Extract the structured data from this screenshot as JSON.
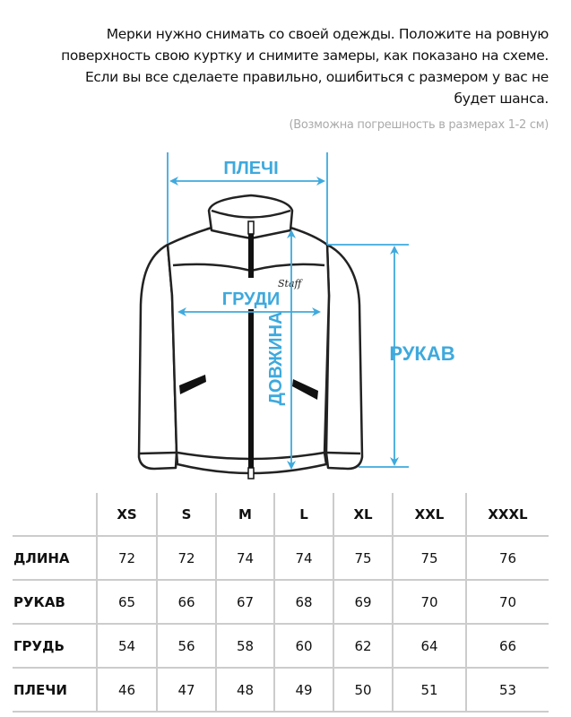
{
  "intro": {
    "lines": [
      "Мерки нужно снимать со своей одежды. Положите на ровную",
      "поверхность свою куртку и снимите замеры, как показано на схеме.",
      "Если вы все сделаете правильно, ошибиться с размером у вас не",
      "будет шанса."
    ],
    "note": "(Возможна погрешность в размерах 1-2 см)"
  },
  "diagram": {
    "labels": {
      "shoulders": "ПЛЕЧІ",
      "chest": "ГРУДИ",
      "length": "ДОВЖИНА",
      "sleeve": "РУКАВ"
    },
    "logo": "Staff",
    "accent": "#3ea9dd"
  },
  "table": {
    "sizes": [
      "XS",
      "S",
      "M",
      "L",
      "XL",
      "XXL",
      "XXXL"
    ],
    "rows": [
      {
        "label": "ДЛИНА",
        "values": [
          "72",
          "72",
          "74",
          "74",
          "75",
          "75",
          "76"
        ]
      },
      {
        "label": "РУКАВ",
        "values": [
          "65",
          "66",
          "67",
          "68",
          "69",
          "70",
          "70"
        ]
      },
      {
        "label": "ГРУДЬ",
        "values": [
          "54",
          "56",
          "58",
          "60",
          "62",
          "64",
          "66"
        ]
      },
      {
        "label": "ПЛЕЧИ",
        "values": [
          "46",
          "47",
          "48",
          "49",
          "50",
          "51",
          "53"
        ]
      }
    ]
  }
}
